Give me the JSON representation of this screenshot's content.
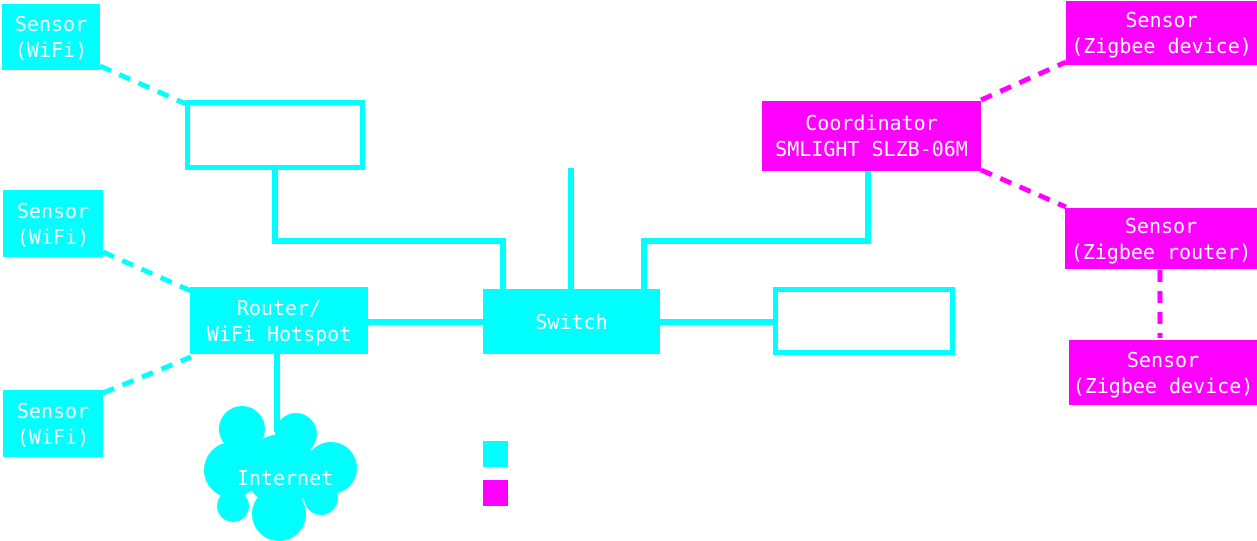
{
  "colors": {
    "wifi_ethernet_cyan": "#00ffff",
    "zigbee_magenta": "#ff00ff",
    "label_text": "#ffffff",
    "background": "#ffffff"
  },
  "nodes": {
    "sensor_wifi_1": {
      "label": "Sensor\n(WiFi)"
    },
    "sensor_wifi_2": {
      "label": "Sensor\n(WiFi)"
    },
    "sensor_wifi_3": {
      "label": "Sensor\n(WiFi)"
    },
    "blank_box_top": {
      "label": ""
    },
    "router": {
      "label": "Router/\nWiFi Hotspot"
    },
    "switch": {
      "label": "Switch"
    },
    "blank_box_right": {
      "label": ""
    },
    "internet_cloud": {
      "label": "Internet"
    },
    "coordinator": {
      "label": "Coordinator\nSMLIGHT SLZB-06M"
    },
    "sensor_zigbee_device_1": {
      "label": "Sensor\n(Zigbee device)"
    },
    "sensor_zigbee_router": {
      "label": "Sensor\n(Zigbee router)"
    },
    "sensor_zigbee_device_2": {
      "label": "Sensor\n(Zigbee device)"
    }
  },
  "legend": {
    "items": [
      {
        "name": "wifi-ethernet-swatch",
        "color": "#00ffff"
      },
      {
        "name": "zigbee-swatch",
        "color": "#ff00ff"
      }
    ]
  }
}
